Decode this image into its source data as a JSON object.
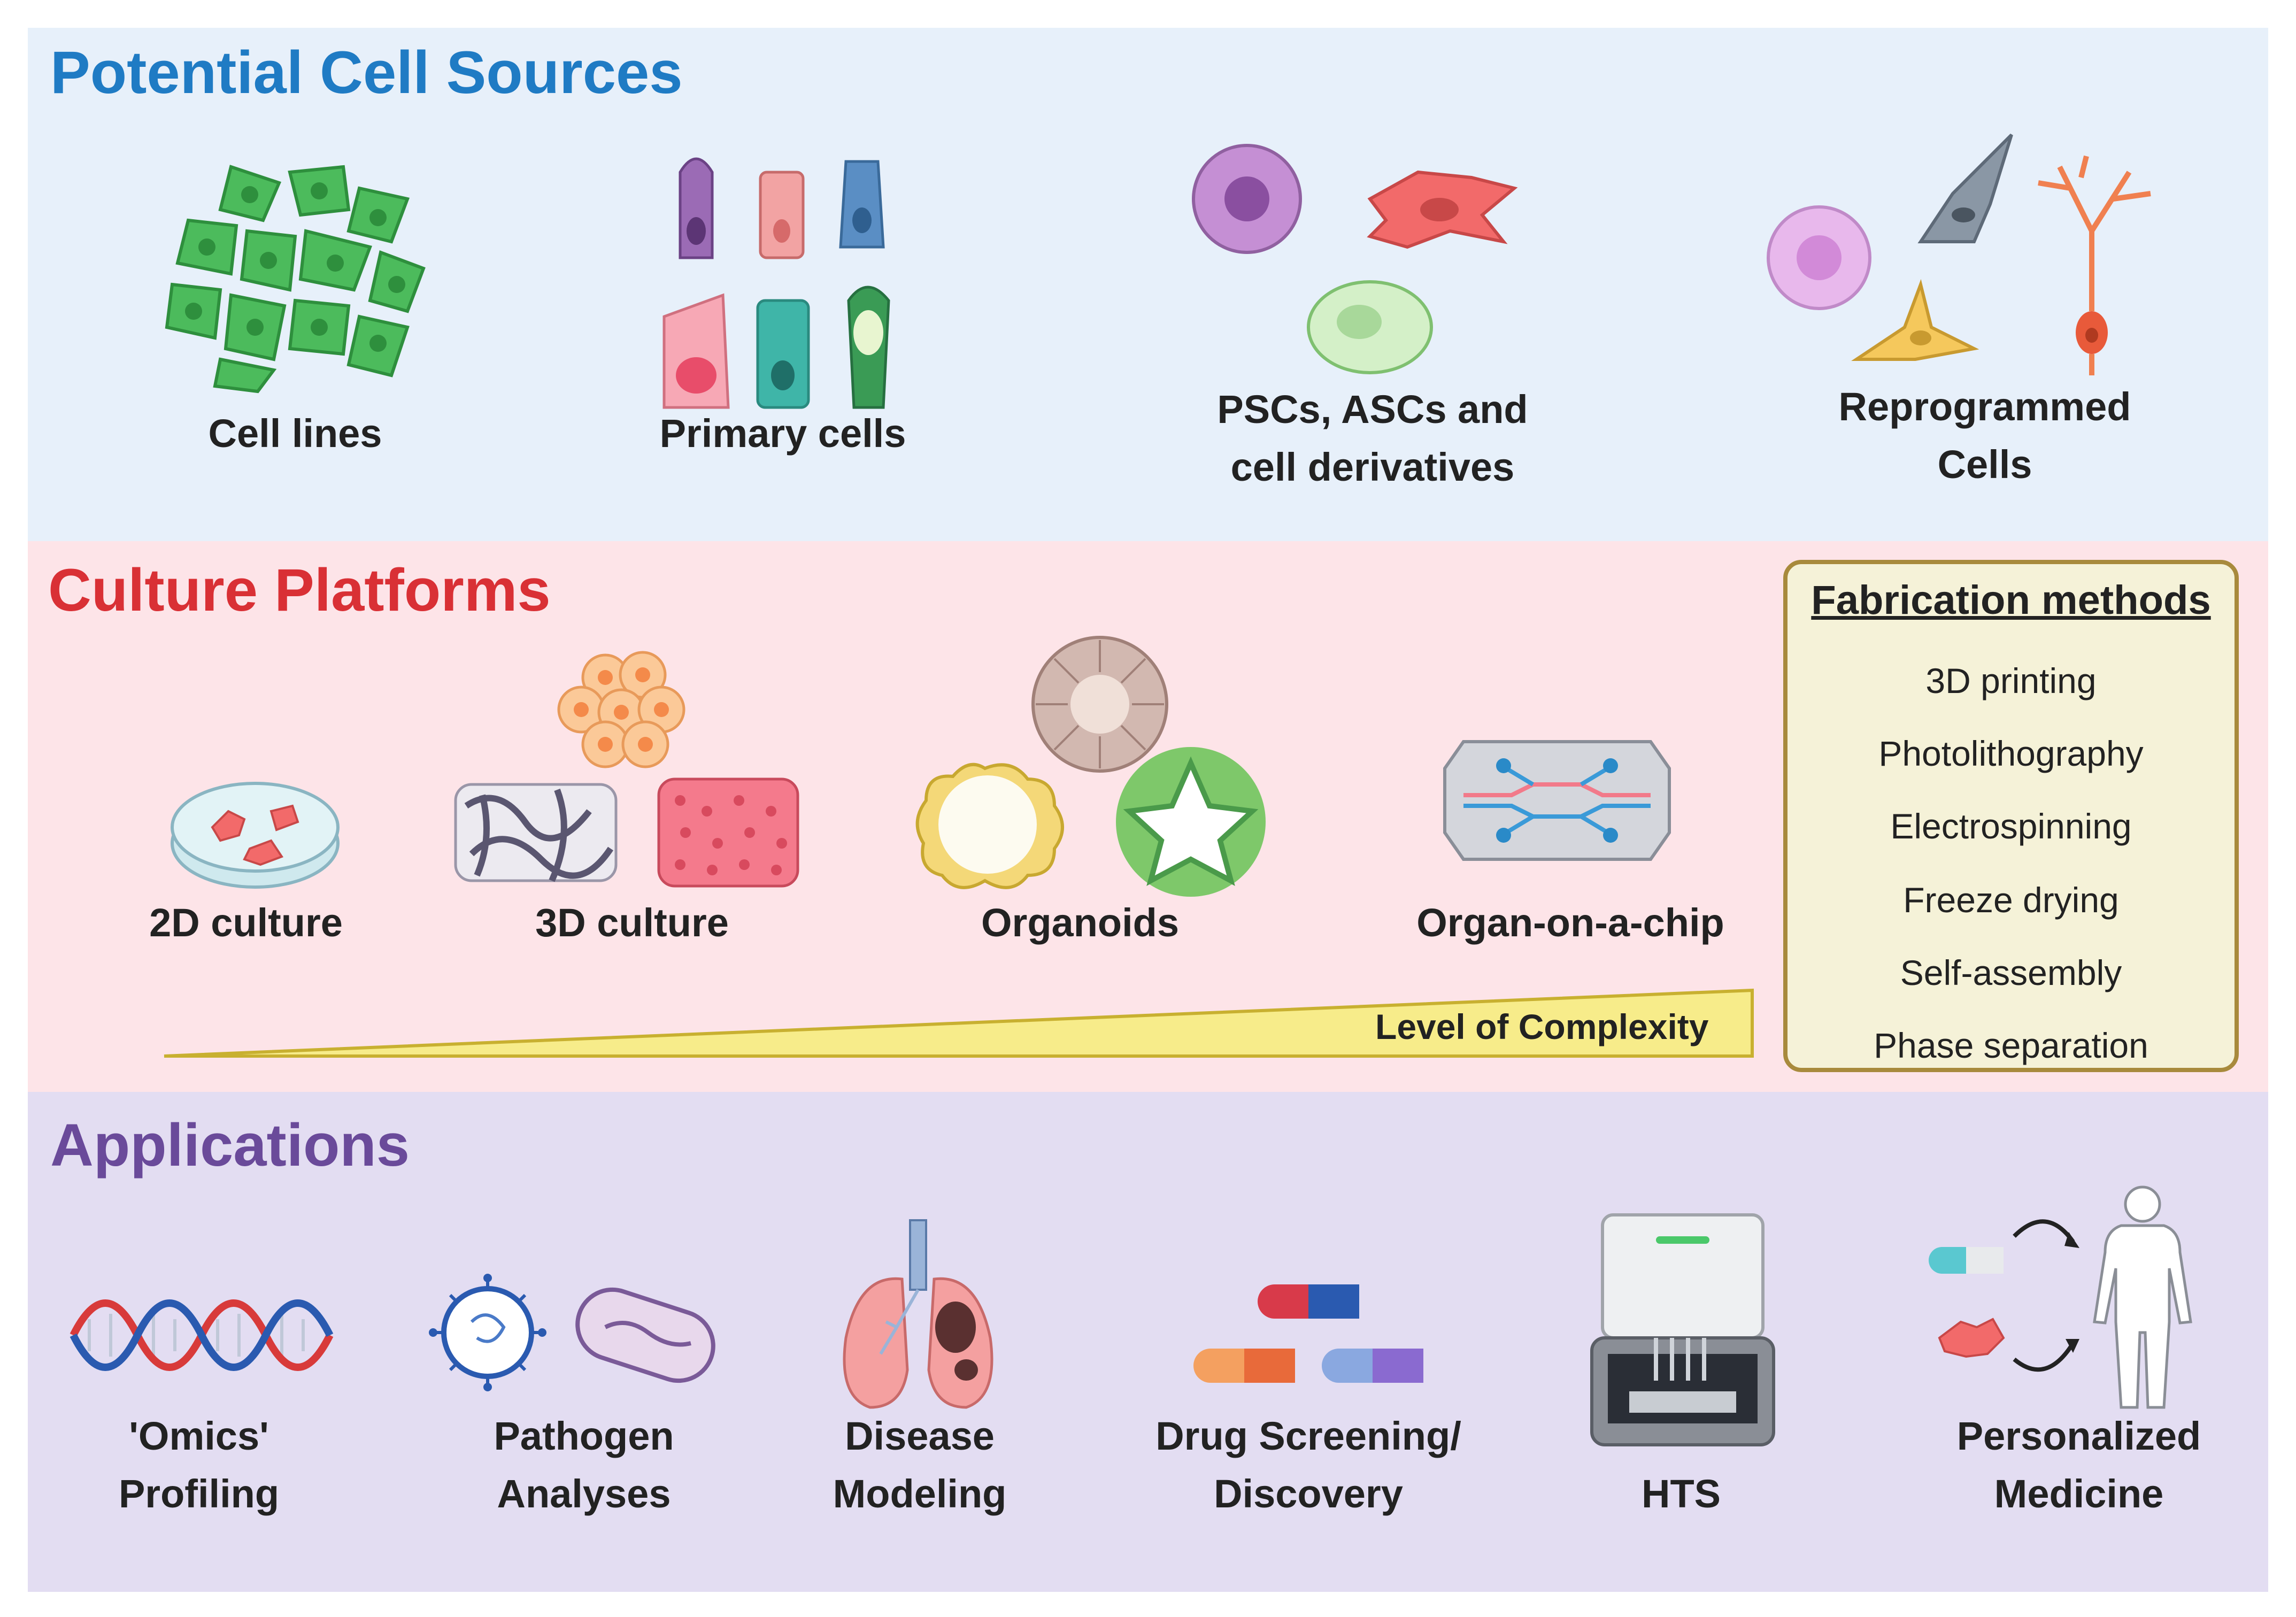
{
  "sections": {
    "cell_sources": {
      "title": "Potential Cell Sources",
      "items": [
        {
          "label": "Cell lines"
        },
        {
          "label": "Primary cells"
        },
        {
          "label_line1": "PSCs, ASCs and",
          "label_line2": "cell derivatives"
        },
        {
          "label_line1": "Reprogrammed",
          "label_line2": "Cells"
        }
      ]
    },
    "culture_platforms": {
      "title": "Culture Platforms",
      "items": [
        {
          "label": "2D culture"
        },
        {
          "label": "3D culture"
        },
        {
          "label": "Organoids"
        },
        {
          "label": "Organ-on-a-chip"
        }
      ],
      "complexity_label": "Level of Complexity",
      "fabrication": {
        "title": "Fabrication methods",
        "methods": [
          "3D printing",
          "Photolithography",
          "Electrospinning",
          "Freeze drying",
          "Self-assembly",
          "Phase separation"
        ]
      }
    },
    "applications": {
      "title": "Applications",
      "items": [
        {
          "label_line1": "'Omics'",
          "label_line2": "Profiling"
        },
        {
          "label_line1": "Pathogen",
          "label_line2": "Analyses"
        },
        {
          "label_line1": "Disease",
          "label_line2": "Modeling"
        },
        {
          "label_line1": "Drug Screening/",
          "label_line2": "Discovery"
        },
        {
          "label": "HTS"
        },
        {
          "label_line1": "Personalized",
          "label_line2": "Medicine"
        }
      ]
    }
  },
  "colors": {
    "cell_sources_bg": "#e7f0fa",
    "culture_platforms_bg": "#fde4e8",
    "applications_bg": "#e3ddf2",
    "cell_sources_title": "#1f7bc4",
    "culture_platforms_title": "#d93035",
    "applications_title": "#6a4a9a",
    "fabrication_border": "#a88a3c",
    "complexity_ramp": "#f7ec8a"
  },
  "icons": [
    "cell-line-cluster-icon",
    "primary-cells-icon",
    "stem-cells-icon",
    "reprogrammed-cells-icon",
    "petri-dish-icon",
    "scaffold-3d-icon",
    "organoid-icon",
    "organ-on-chip-icon",
    "dna-helix-icon",
    "pathogen-icon",
    "lungs-icon",
    "capsules-icon",
    "hts-machine-icon",
    "personalized-medicine-icon"
  ]
}
